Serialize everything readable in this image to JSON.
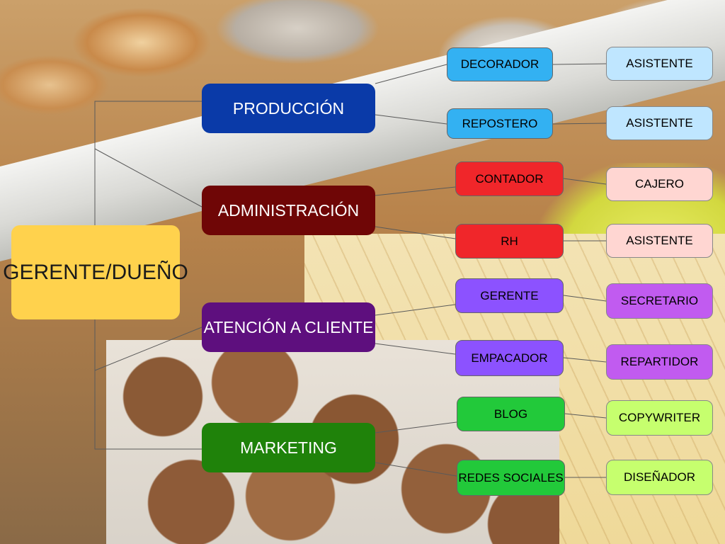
{
  "root": {
    "label": "GERENTE/DUEÑO",
    "color": "#ffd24d"
  },
  "departments": [
    {
      "id": "prod",
      "label": "PRODUCCIÓN",
      "color": "#0a3aa8"
    },
    {
      "id": "admin",
      "label": "ADMINISTRACIÓN",
      "color": "#6f0606"
    },
    {
      "id": "aten",
      "label": "ATENCIÓN A CLIENTE",
      "color": "#5e0f7e"
    },
    {
      "id": "mkt",
      "label": "MARKETING",
      "color": "#1f820a"
    }
  ],
  "roles": [
    {
      "id": "decorador",
      "label": "DECORADOR",
      "color": "#33b1f2"
    },
    {
      "id": "repostero",
      "label": "REPOSTERO",
      "color": "#33b1f2"
    },
    {
      "id": "contador",
      "label": "CONTADOR",
      "color": "#f0262a"
    },
    {
      "id": "rh",
      "label": "RH",
      "color": "#f0262a"
    },
    {
      "id": "gerente",
      "label": "GERENTE",
      "color": "#8c52ff"
    },
    {
      "id": "empacador",
      "label": "EMPACADOR",
      "color": "#8c52ff"
    },
    {
      "id": "blog",
      "label": "BLOG",
      "color": "#22c93a"
    },
    {
      "id": "redes",
      "label": "REDES SOCIALES",
      "color": "#22c93a"
    }
  ],
  "assistants": [
    {
      "id": "asist1",
      "label": "ASISTENTE",
      "color": "#bfe6ff"
    },
    {
      "id": "asist2",
      "label": "ASISTENTE",
      "color": "#bfe6ff"
    },
    {
      "id": "cajero",
      "label": "CAJERO",
      "color": "#ffd6d2"
    },
    {
      "id": "asist3",
      "label": "ASISTENTE",
      "color": "#ffd6d2"
    },
    {
      "id": "secretario",
      "label": "SECRETARIO",
      "color": "#c15bf0"
    },
    {
      "id": "repartidor",
      "label": "REPARTIDOR",
      "color": "#c15bf0"
    },
    {
      "id": "copywriter",
      "label": "COPYWRITER",
      "color": "#c6ff6e"
    },
    {
      "id": "disenador",
      "label": "DISEÑADOR",
      "color": "#c6ff6e"
    }
  ]
}
